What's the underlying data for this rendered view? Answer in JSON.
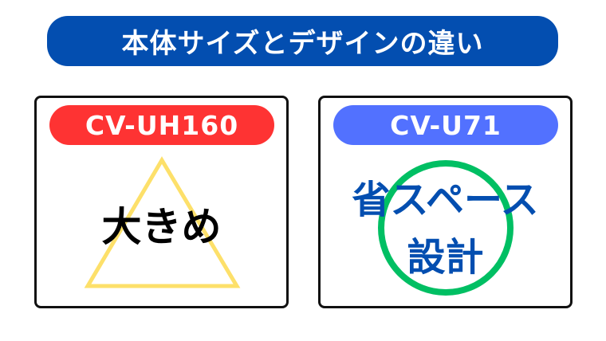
{
  "title": "本体サイズとデザインの違い",
  "colors": {
    "title_bg": "#034eb0",
    "left_pill": "#fe3333",
    "right_pill": "#5271ff",
    "triangle": "#fde06a",
    "circle": "#00bf63",
    "right_text": "#034eb0"
  },
  "cards": [
    {
      "model": "CV-UH160",
      "symbol": "triangle",
      "text": "大きめ"
    },
    {
      "model": "CV-U71",
      "symbol": "circle",
      "text_line1": "省スペース",
      "text_line2": "設計"
    }
  ]
}
